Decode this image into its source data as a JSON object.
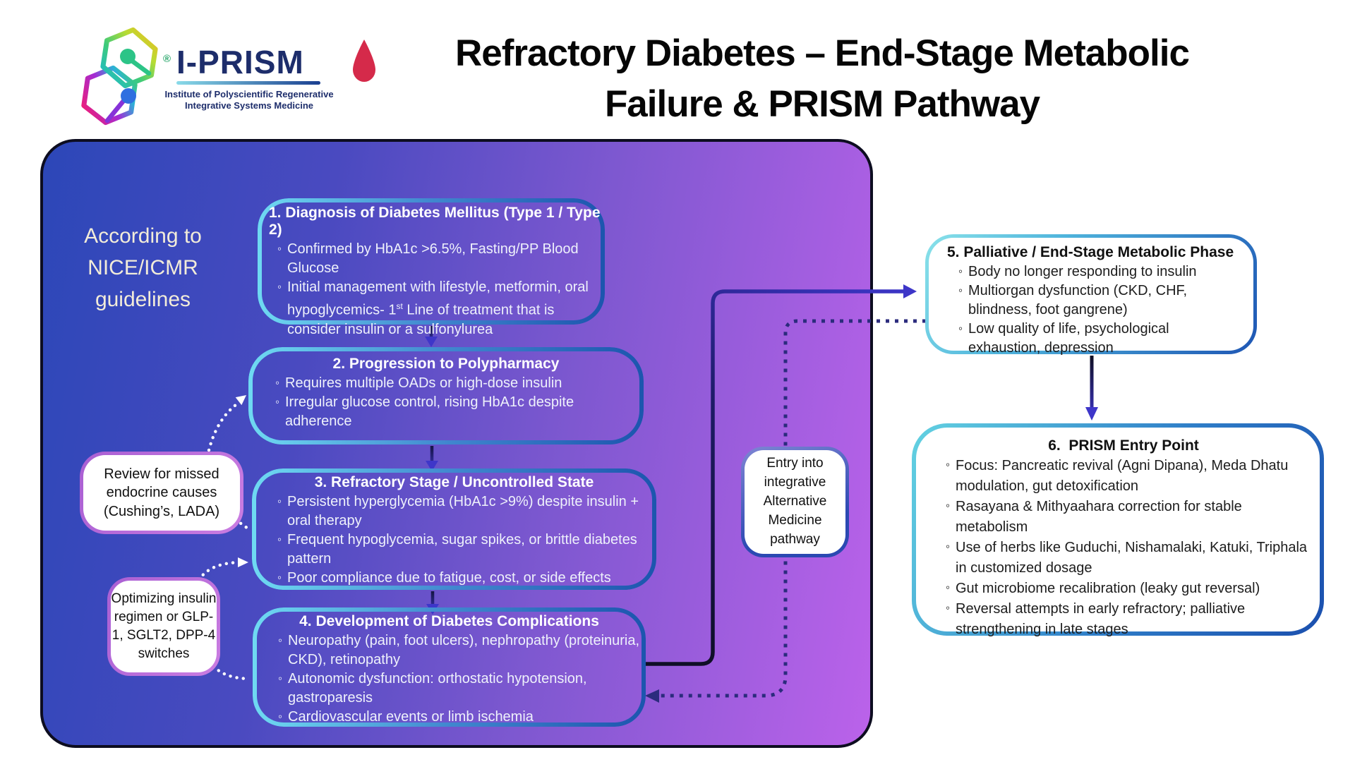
{
  "header": {
    "logo": {
      "brand": "I-PRISM",
      "registered_mark": "®",
      "subtitle_line1": "Institute of Polyscientific Regenerative",
      "subtitle_line2": "Integrative Systems Medicine"
    },
    "title_line1": "Refractory Diabetes – End-Stage Metabolic",
    "title_line2": "Failure & PRISM Pathway"
  },
  "panel": {
    "guidelines_note": "According to NICE/ICMR guidelines"
  },
  "boxes": {
    "box1": {
      "title": "1. Diagnosis of Diabetes Mellitus (Type 1 / Type 2)",
      "bullets": [
        "Confirmed by HbA1c >6.5%, Fasting/PP Blood Glucose"
      ],
      "b2_pre": "Initial management with lifestyle, metformin, oral hypoglycemics- 1",
      "b2_sup": "st",
      "b2_post": " Line of treatment that is consider insulin or a sulfonylurea"
    },
    "box2": {
      "title": "2. Progression to Polypharmacy",
      "bullets": [
        "Requires multiple OADs or high-dose insulin",
        "Irregular glucose control, rising HbA1c despite adherence"
      ]
    },
    "box3": {
      "title": "3. Refractory Stage / Uncontrolled State",
      "bullets": [
        "Persistent hyperglycemia (HbA1c >9%) despite insulin + oral therapy",
        "Frequent hypoglycemia, sugar spikes, or brittle diabetes pattern",
        "Poor compliance due to fatigue, cost, or side effects"
      ]
    },
    "box4": {
      "title": "4. Development of Diabetes Complications",
      "bullets": [
        "Neuropathy (pain, foot ulcers), nephropathy (proteinuria, CKD), retinopathy",
        "Autonomic dysfunction: orthostatic hypotension, gastroparesis",
        "Cardiovascular events or limb ischemia"
      ]
    },
    "box5": {
      "title": "5. Palliative / End-Stage Metabolic Phase",
      "bullets": [
        "Body no longer responding to insulin",
        "Multiorgan dysfunction (CKD, CHF, blindness, foot gangrene)",
        "Low quality of life, psychological exhaustion, depression"
      ]
    },
    "box6": {
      "title": "6.  PRISM Entry Point",
      "bullets": [
        "Focus: Pancreatic revival (Agni Dipana), Meda Dhatu modulation, gut detoxification",
        "Rasayana & Mithyaahara correction for stable metabolism",
        "Use of herbs like Guduchi, Nishamalaki, Katuki, Triphala in customized dosage",
        "Gut microbiome recalibration (leaky gut reversal)",
        "Reversal attempts in early refractory; palliative strengthening in late stages"
      ]
    }
  },
  "side_notes": {
    "review": "Review for missed endocrine causes (Cushing’s, LADA)",
    "optimizing": "Optimizing insulin regimen or GLP-1, SGLT2, DPP-4 switches",
    "entry": "Entry into integrative Alternative Medicine pathway"
  },
  "colors": {
    "panel_gradient_left": "#2c47b8",
    "panel_gradient_right": "#bb62ea",
    "box_border_cyan": "#6fdaf2",
    "box_border_blue": "#1c55ae",
    "arrow_indigo": "#3e36c9",
    "dotted_navy": "#2b2b7d",
    "note_border_purple": "#a95fd3",
    "blood_drop_red": "#d52a4a",
    "brand_navy": "#1d2d6b",
    "registered_green": "#2fa96f",
    "guidelines_cream": "#f2ecd9"
  }
}
